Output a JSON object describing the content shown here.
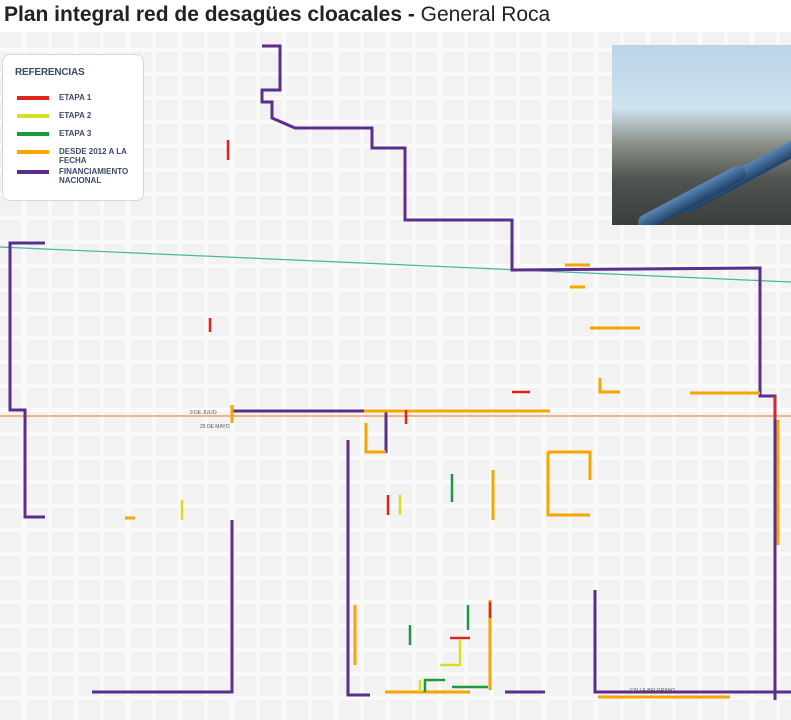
{
  "header": {
    "title_bold": "Plan integral red de desagües cloacales - ",
    "title_place": "General Roca"
  },
  "legend": {
    "title": "REFERENCIAS",
    "items": [
      {
        "label": "ETAPA 1",
        "color": "#e2231a"
      },
      {
        "label": "ETAPA 2",
        "color": "#d7df23"
      },
      {
        "label": "ETAPA 3",
        "color": "#1a9b3c"
      },
      {
        "label": "DESDE 2012 A LA FECHA",
        "color": "#f7a600"
      },
      {
        "label": "FINANCIAMIENTO NACIONAL",
        "color": "#5b2d8e"
      }
    ]
  },
  "streets": {
    "a": "9 DE JULIO",
    "b": "25 DE MAYO",
    "c": "CALLE BELGRANO"
  }
}
